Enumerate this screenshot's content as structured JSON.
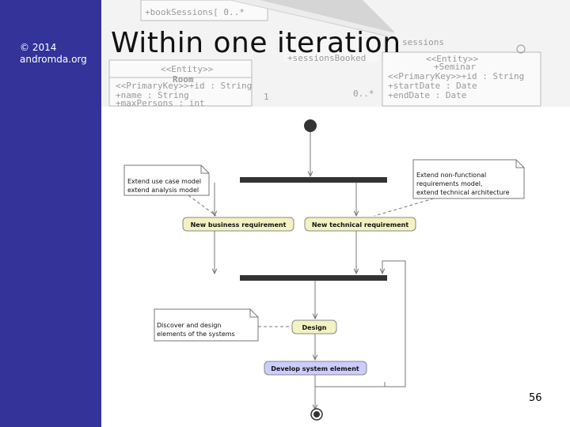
{
  "sidebar": {
    "copyright": "© 2014",
    "site": "andromda.org"
  },
  "slide": {
    "title": "Within one iteration",
    "page_number": "56"
  },
  "banner_text": {
    "t1": "+bookSessions[ 0..*",
    "t2": "<<Entity>>",
    "t3": "Room",
    "t4": "<<PrimaryKey>>+id : String",
    "t5": "+name : String",
    "t6": "+maxPersons : int",
    "t7": "+sessionsBooked",
    "t8": "sessions",
    "t9": "+Seminar",
    "t10": "+startDate : Date",
    "t11": "+endDate : Date",
    "t12": "<<PrimaryKey>>+id : String",
    "t13": "1",
    "t14": "0..*",
    "t15": "<<Entity>>"
  },
  "diagram": {
    "nodes": {
      "new_business": "New business requirement",
      "new_technical": "New technical requirement",
      "design": "Design",
      "develop": "Develop system element"
    },
    "notes": {
      "use_case_1": "Extend use case model",
      "use_case_2": "extend analysis model",
      "nonfunc_1": "Extend non-functional",
      "nonfunc_2": "requirements model,",
      "nonfunc_3": "extend technical architecture",
      "discover_1": "Discover and design",
      "discover_2": "elements of the systems"
    },
    "colors": {
      "action_fill": "#f2f2c2",
      "develop_fill": "#ccccff",
      "bar": "#333333",
      "line": "#777777"
    }
  }
}
